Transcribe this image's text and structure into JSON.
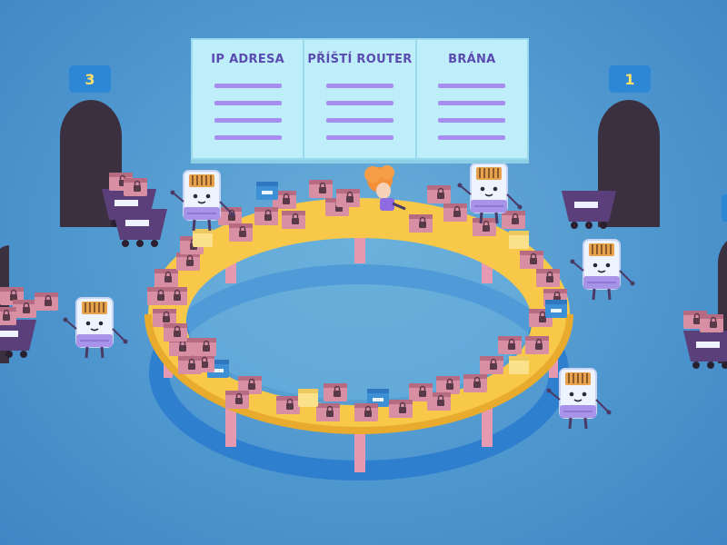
{
  "board": {
    "columns": [
      {
        "header": "IP ADRESA"
      },
      {
        "header": "PŘÍŠTÍ ROUTER"
      },
      {
        "header": "BRÁNA"
      }
    ]
  },
  "doors": [
    {
      "number": "3"
    },
    {
      "number": "1"
    }
  ],
  "colors": {
    "background": "#4f97cf",
    "table_top": "#f7c84a",
    "table_ring": "#2f7fcf",
    "package": "#d88fa3",
    "door": "#3a3040",
    "board": "#bfeefb",
    "board_text": "#5a4bb0",
    "number_badge": "#2e86d6",
    "number_text": "#fbe06a"
  },
  "icons": [
    "lock-icon",
    "router-robot",
    "package-box",
    "mine-cart",
    "tunnel-door"
  ]
}
